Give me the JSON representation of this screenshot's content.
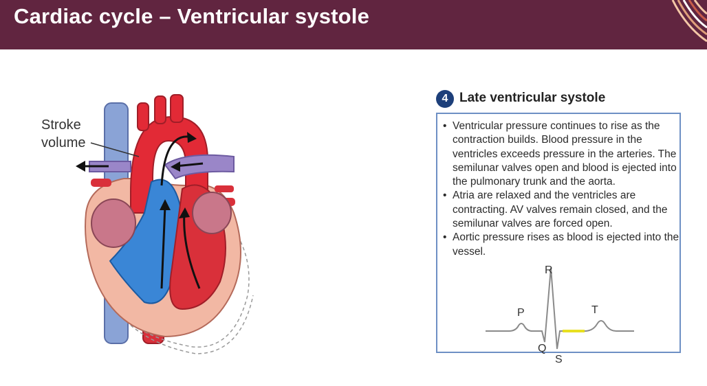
{
  "slide": {
    "title": "Cardiac cycle – Ventricular systole"
  },
  "heart_figure": {
    "label_line1": "Stroke",
    "label_line2": "volume"
  },
  "panel": {
    "step_number": "4",
    "heading": "Late ventricular systole",
    "bullets": [
      "Ventricular pressure continues to rise as the contraction builds. Blood pressure in the ventricles exceeds pressure in the arteries. The semilunar valves open and blood is ejected into the pulmonary trunk and the aorta.",
      "Atria are relaxed and the ventricles are contracting. AV valves remain closed, and the semilunar valves are forced open.",
      "Aortic pressure rises as blood is ejected into the vessel."
    ]
  },
  "ecg": {
    "labels": {
      "p": "P",
      "q": "Q",
      "r": "R",
      "s": "S",
      "t": "T"
    },
    "colors": {
      "trace": "#8a8a8a",
      "highlight": "#e8e020"
    }
  },
  "colors": {
    "title_bar": "#612540",
    "badge": "#1d3f7a",
    "panel_border": "#6d8fc4"
  }
}
